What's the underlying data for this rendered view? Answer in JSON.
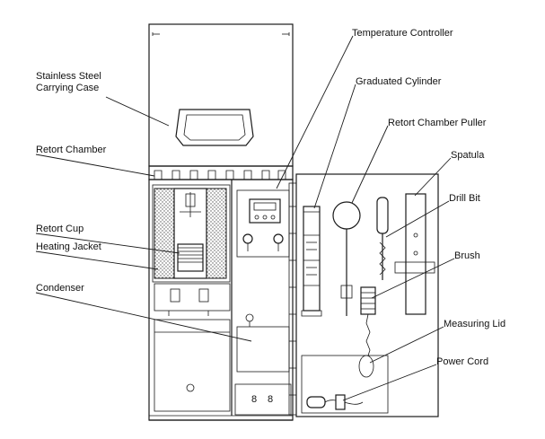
{
  "colors": {
    "line": "#1a1a1a",
    "hatch": "#555555",
    "background": "#ffffff"
  },
  "labels": {
    "temperature_controller": "Temperature Controller",
    "stainless_case_line1": "Stainless Steel",
    "stainless_case_line2": "Carrying Case",
    "graduated_cylinder": "Graduated Cylinder",
    "retort_chamber_puller": "Retort Chamber Puller",
    "retort_chamber": "Retort Chamber",
    "spatula": "Spatula",
    "drill_bit": "Drill Bit",
    "retort_cup": "Retort Cup",
    "heating_jacket": "Heating Jacket",
    "brush": "Brush",
    "condenser": "Condenser",
    "measuring_lid": "Measuring Lid",
    "power_cord": "Power Cord"
  }
}
